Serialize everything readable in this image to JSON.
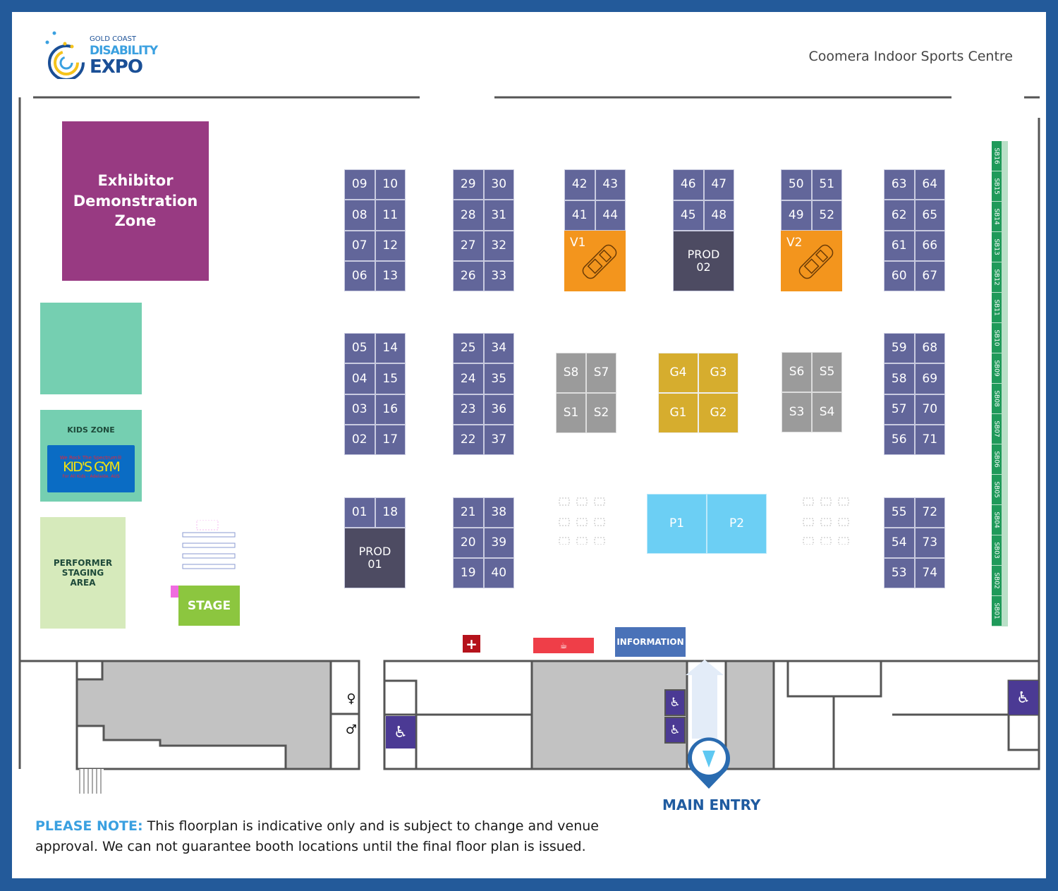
{
  "header": {
    "venue": "Coomera Indoor Sports Centre",
    "logo": {
      "line1": "GOLD COAST",
      "line2": "DISABILITY",
      "line3": "EXPO"
    }
  },
  "zones": {
    "exhibitor_demo": "Exhibitor Demonstration Zone",
    "kids_zone": "KIDS ZONE",
    "kids_gym": {
      "top": "We Rock The Spectrum®",
      "main": "KID'S GYM",
      "bottom": "For All Kids - Adelaide, AUS"
    },
    "performer": "PERFORMER STAGING AREA",
    "stage": "STAGE"
  },
  "booths": {
    "a1": [
      [
        "09",
        "10"
      ],
      [
        "08",
        "11"
      ],
      [
        "07",
        "12"
      ],
      [
        "06",
        "13"
      ]
    ],
    "a2": [
      [
        "05",
        "14"
      ],
      [
        "04",
        "15"
      ],
      [
        "03",
        "16"
      ],
      [
        "02",
        "17"
      ]
    ],
    "a3": [
      [
        "01",
        "18"
      ]
    ],
    "b1": [
      [
        "29",
        "30"
      ],
      [
        "28",
        "31"
      ],
      [
        "27",
        "32"
      ],
      [
        "26",
        "33"
      ]
    ],
    "b2": [
      [
        "25",
        "34"
      ],
      [
        "24",
        "35"
      ],
      [
        "23",
        "36"
      ],
      [
        "22",
        "37"
      ]
    ],
    "b3": [
      [
        "21",
        "38"
      ],
      [
        "20",
        "39"
      ],
      [
        "19",
        "40"
      ]
    ],
    "c1": [
      [
        "42",
        "43"
      ],
      [
        "41",
        "44"
      ]
    ],
    "d1": [
      [
        "46",
        "47"
      ],
      [
        "45",
        "48"
      ]
    ],
    "e1": [
      [
        "50",
        "51"
      ],
      [
        "49",
        "52"
      ]
    ],
    "f1": [
      [
        "63",
        "64"
      ],
      [
        "62",
        "65"
      ],
      [
        "61",
        "66"
      ],
      [
        "60",
        "67"
      ]
    ],
    "f2": [
      [
        "59",
        "68"
      ],
      [
        "58",
        "69"
      ],
      [
        "57",
        "70"
      ],
      [
        "56",
        "71"
      ]
    ],
    "f3": [
      [
        "55",
        "72"
      ],
      [
        "54",
        "73"
      ],
      [
        "53",
        "74"
      ]
    ],
    "s1": [
      [
        "S8",
        "S7"
      ],
      [
        "S1",
        "S2"
      ]
    ],
    "g1": [
      [
        "G4",
        "G3"
      ],
      [
        "G1",
        "G2"
      ]
    ],
    "s2": [
      [
        "S6",
        "S5"
      ],
      [
        "S3",
        "S4"
      ]
    ],
    "p1": [
      [
        "P1",
        "P2"
      ]
    ]
  },
  "features": {
    "prod01": "PROD 01",
    "prod02": "PROD 02",
    "v1": "V1",
    "v2": "V2"
  },
  "side_booths": [
    "SB16",
    "SB15",
    "SB14",
    "SB13",
    "SB12",
    "SB11",
    "SB10",
    "SB09",
    "SB08",
    "SB07",
    "SB06",
    "SB05",
    "SB04",
    "SB03",
    "SB02",
    "SB01"
  ],
  "services": {
    "information": "INFORMATION",
    "main_entry": "MAIN ENTRY"
  },
  "note": {
    "label": "PLEASE NOTE:",
    "text": " This floorplan is indicative only and is subject to change and venue approval. We can not guarantee booth locations until the final floor plan is issued."
  },
  "colors": {
    "booth": "#62669a",
    "vehicle": "#f3951d",
    "gold": "#d6ad2e",
    "platinum": "#6ccff4",
    "silver": "#9b9b9b",
    "sidebooth": "#1f9a5a",
    "frame": "#235a9a"
  }
}
